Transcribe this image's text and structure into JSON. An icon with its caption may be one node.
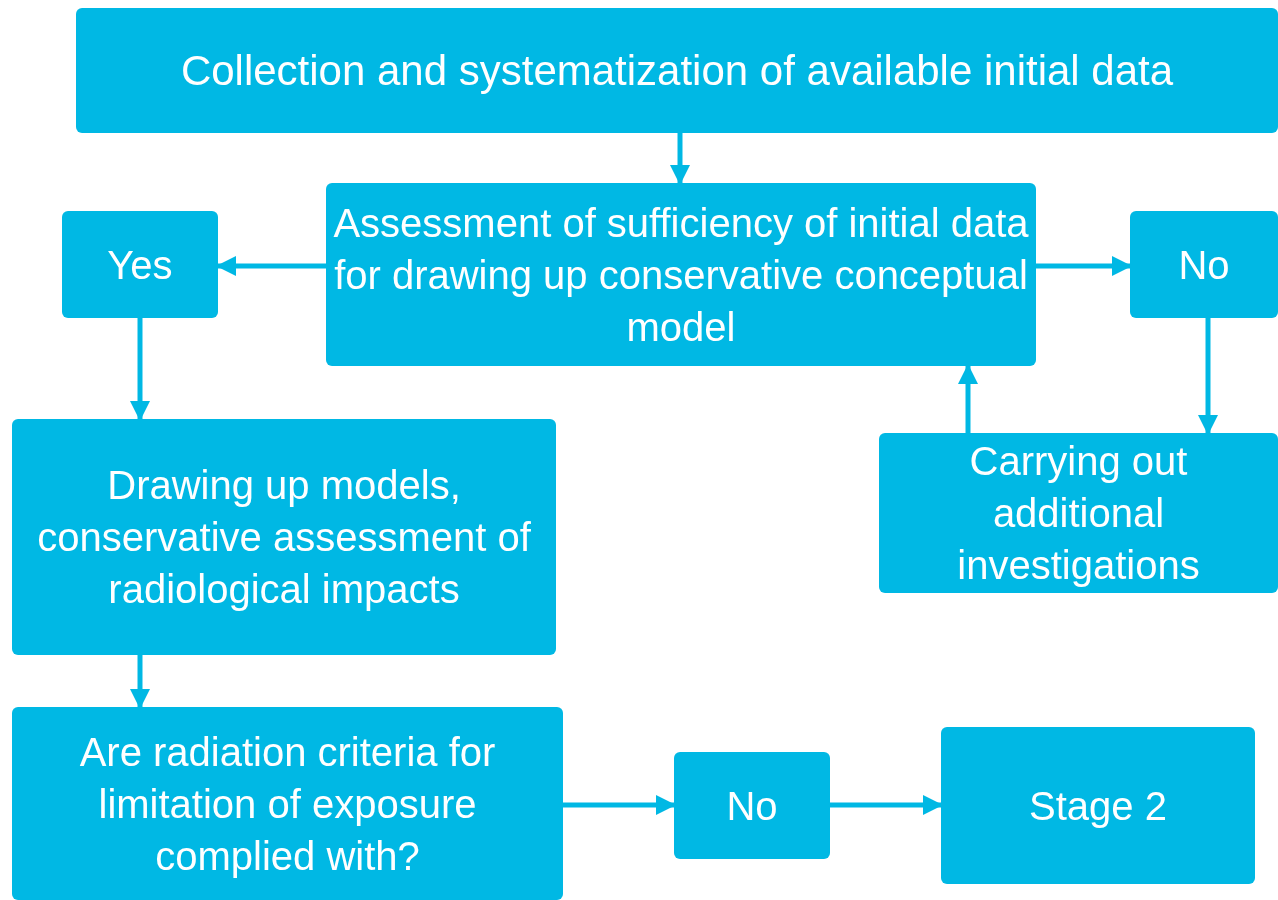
{
  "diagram": {
    "nodes": [
      {
        "text": [
          "Collection and systematization of available initial data"
        ]
      },
      {
        "text": [
          "Assessment of sufficiency of initial data for drawing up conservative conceptual model"
        ]
      },
      {
        "text": [
          "Yes"
        ]
      },
      {
        "text": [
          "No"
        ]
      },
      {
        "text": [
          "Drawing up models, conservative assessment of radiological impacts"
        ]
      },
      {
        "text": [
          "Carrying out additional investigations"
        ]
      },
      {
        "text": [
          "Are radiation criteria for limitation of exposure complied with?"
        ]
      },
      {
        "text": [
          "No"
        ]
      },
      {
        "text": [
          "Stage 2"
        ]
      }
    ],
    "edges": [
      {
        "from": 0,
        "to": 1,
        "arrow": "to"
      },
      {
        "from": 1,
        "to": 2,
        "arrow": "to"
      },
      {
        "from": 1,
        "to": 3,
        "arrow": "to"
      },
      {
        "from": 3,
        "to": 5,
        "arrow": "to"
      },
      {
        "from": 5,
        "to": 1,
        "arrow": "to"
      },
      {
        "from": 2,
        "to": 4,
        "arrow": "to"
      },
      {
        "from": 4,
        "to": 6,
        "arrow": "to"
      },
      {
        "from": 6,
        "to": 7,
        "arrow": "to"
      },
      {
        "from": 7,
        "to": 8,
        "arrow": "to"
      }
    ]
  }
}
